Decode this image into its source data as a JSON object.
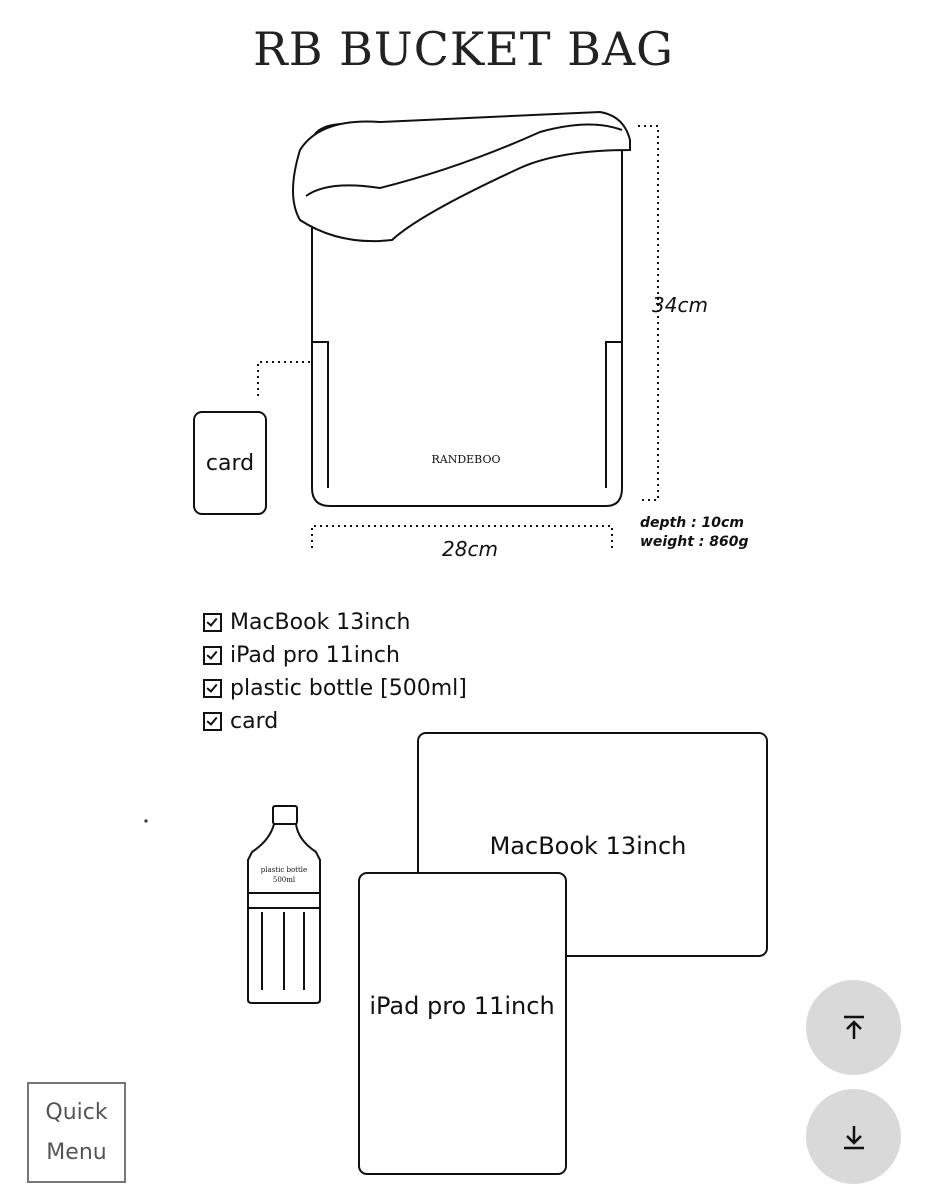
{
  "header": {
    "title": "RB BUCKET BAG"
  },
  "bag": {
    "brand_label": "RANDEBOO",
    "height_label": "34cm",
    "width_label": "28cm",
    "depth_label": "depth : 10cm",
    "weight_label": "weight : 860g",
    "card_label": "card"
  },
  "checklist": [
    {
      "label": "MacBook 13inch"
    },
    {
      "label": "iPad pro 11inch"
    },
    {
      "label": "plastic bottle [500ml]"
    },
    {
      "label": "card"
    }
  ],
  "devices": {
    "macbook_label": "MacBook 13inch",
    "ipad_label": "iPad pro 11inch",
    "bottle_label_line1": "plastic bottle",
    "bottle_label_line2": "500ml"
  },
  "quick_menu": {
    "line1": "Quick",
    "line2": "Menu"
  },
  "controls": {
    "scroll_top_icon": "arrow-up-to-line-icon",
    "scroll_bottom_icon": "arrow-down-to-line-icon"
  }
}
